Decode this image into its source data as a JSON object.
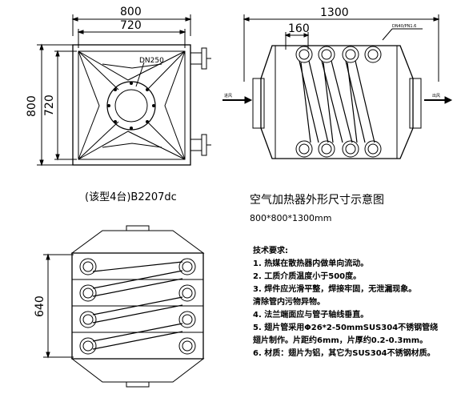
{
  "front_view": {
    "dim_width_outer": "800",
    "dim_width_inner": "720",
    "dim_height_outer": "800",
    "dim_height_inner": "720",
    "flange_label": "DN250"
  },
  "side_view": {
    "dim_length": "1300",
    "dim_pitch": "160",
    "label_top_right": "DN40/PN1.6",
    "label_inlet": "进风",
    "label_outlet": "出风"
  },
  "caption": {
    "model": "(该型4台)B2207dc",
    "title": "空气加热器外形尺寸示意图",
    "size": "800*800*1300mm"
  },
  "bottom_view": {
    "dim_height": "640"
  },
  "notes": {
    "heading": "技术要求:",
    "lines": [
      "1. 热媒在散热器内做单向流动。",
      "2. 工质介质温度小于500度。",
      "3. 焊件应光滑平整，焊接牢固，无泄漏现象。",
      "   清除管内污物异物。",
      "4. 法兰端面应与管子轴线垂直。",
      "5. 翅片管采用Φ26*2-50mmSUS304不锈钢管绕",
      "   翅片制作。片距约6mm，片厚约0.2-0.3mm。",
      "6. 材质：翅片为铝，其它为SUS304不锈钢材质。"
    ]
  }
}
